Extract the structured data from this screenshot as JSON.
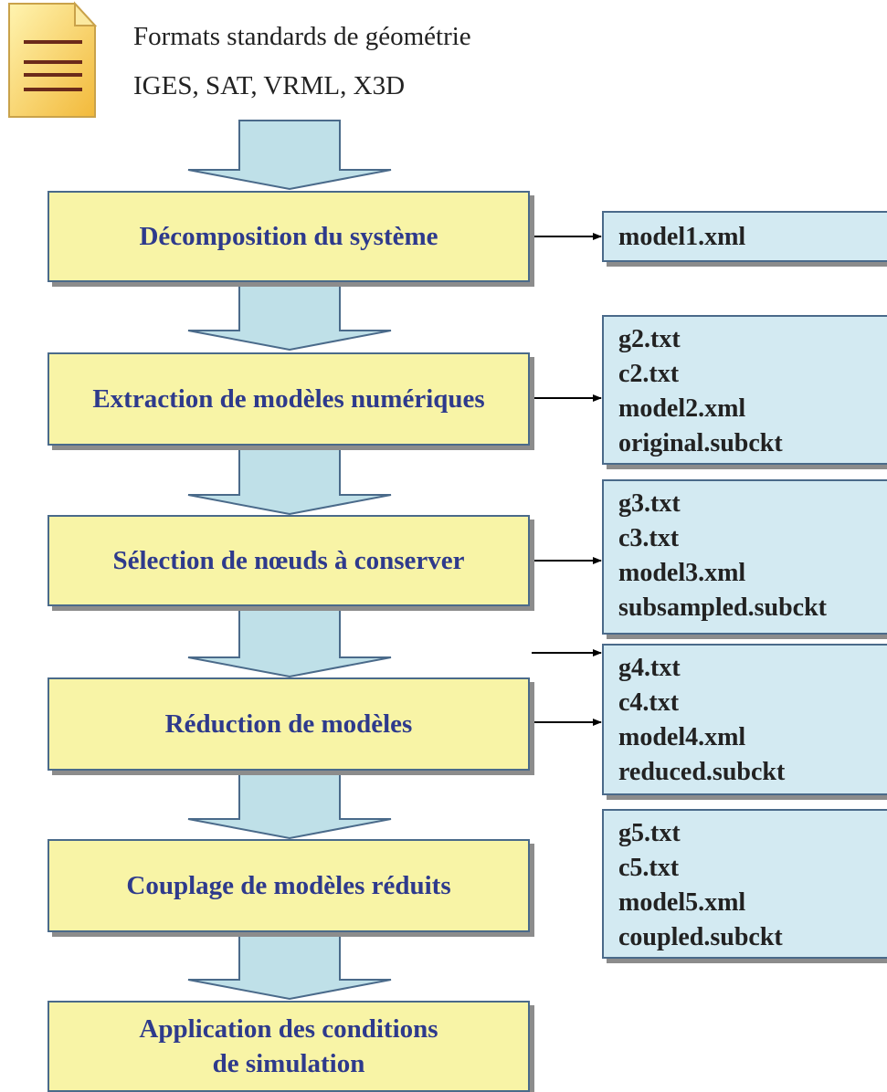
{
  "header": {
    "line1": "Formats standards de géométrie",
    "line2": "IGES, SAT, VRML, X3D"
  },
  "steps": [
    {
      "label": "Décomposition du système"
    },
    {
      "label": "Extraction de modèles numériques"
    },
    {
      "label": "Sélection de nœuds à conserver"
    },
    {
      "label": "Réduction de modèles"
    },
    {
      "label": "Couplage de modèles réduits"
    },
    {
      "line1": "Application des conditions",
      "line2": "de simulation"
    }
  ],
  "outputs": [
    {
      "files": [
        "model1.xml"
      ]
    },
    {
      "files": [
        "g2.txt",
        "c2.txt",
        "model2.xml",
        "original.subckt"
      ]
    },
    {
      "files": [
        "g3.txt",
        "c3.txt",
        "model3.xml",
        "subsampled.subckt"
      ]
    },
    {
      "files": [
        "g4.txt",
        "c4.txt",
        "model4.xml",
        "reduced.subckt"
      ]
    },
    {
      "files": [
        "g5.txt",
        "c5.txt",
        "model5.xml",
        "coupled.subckt"
      ]
    }
  ],
  "colors": {
    "step_fill": "#f8f4a6",
    "step_text": "#2e3a8c",
    "output_fill": "#d3eaf2",
    "flow_arrow_fill": "#bfe0e8",
    "border": "#4a6a8a"
  },
  "icons": {
    "source": "document-icon"
  }
}
